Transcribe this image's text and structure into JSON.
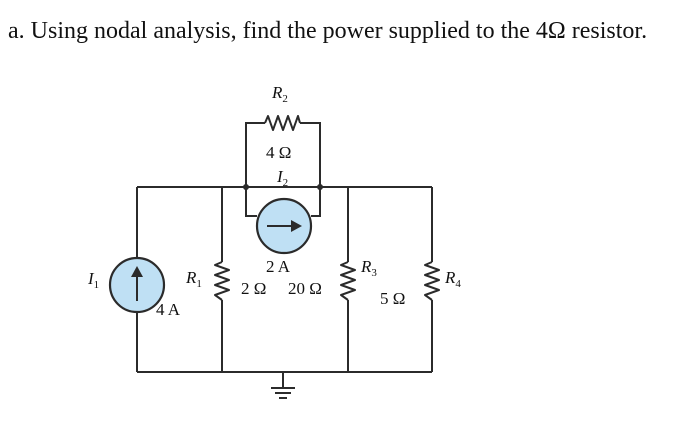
{
  "question": "a. Using nodal analysis, find the power supplied to the 4Ω resistor.",
  "components": {
    "I1": {
      "sym": "I",
      "sub": "1",
      "value": "4 A"
    },
    "R1": {
      "sym": "R",
      "sub": "1",
      "value": "2 Ω"
    },
    "R2": {
      "sym": "R",
      "sub": "2",
      "value": "4 Ω"
    },
    "I2": {
      "sym": "I",
      "sub": "2",
      "value": "2 A"
    },
    "R3": {
      "sym": "R",
      "sub": "3",
      "value": "20 Ω"
    },
    "R4": {
      "sym": "R",
      "sub": "4",
      "value": "5 Ω"
    }
  },
  "colors": {
    "source_fill": "#bfe0f4",
    "wire": "#2b2b2b"
  }
}
